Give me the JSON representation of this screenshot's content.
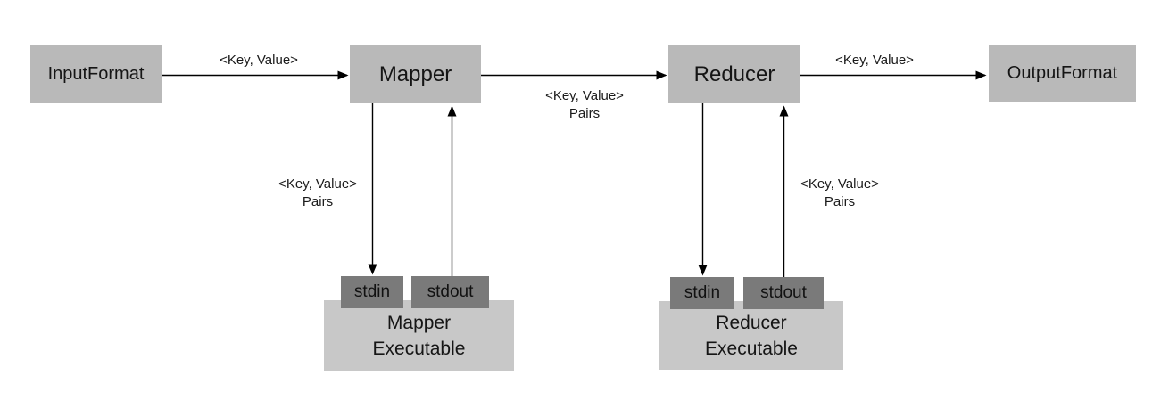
{
  "diagram": {
    "description": "Hadoop streaming MapReduce data flow diagram",
    "nodes": {
      "input_format": "InputFormat",
      "mapper": "Mapper",
      "reducer": "Reducer",
      "output_format": "OutputFormat",
      "mapper_exec": {
        "line1": "Mapper",
        "line2": "Executable"
      },
      "reducer_exec": {
        "line1": "Reducer",
        "line2": "Executable"
      },
      "mapper_stdin": "stdin",
      "mapper_stdout": "stdout",
      "reducer_stdin": "stdin",
      "reducer_stdout": "stdout"
    },
    "edge_labels": {
      "input_to_mapper": "<Key, Value>",
      "mapper_to_reducer_line1": "<Key, Value>",
      "mapper_to_reducer_line2": "Pairs",
      "reducer_to_output": "<Key, Value>",
      "mapper_to_exec_line1": "<Key, Value>",
      "mapper_to_exec_line2": "Pairs",
      "exec_to_reducer_line1": "<Key, Value>",
      "exec_to_reducer_line2": "Pairs"
    },
    "colors": {
      "node_fill": "#b9b9b9",
      "executable_fill": "#c8c8c8",
      "stdio_fill": "#7a7a7a",
      "arrow": "#000000",
      "text": "#151515",
      "background": "#ffffff"
    }
  }
}
